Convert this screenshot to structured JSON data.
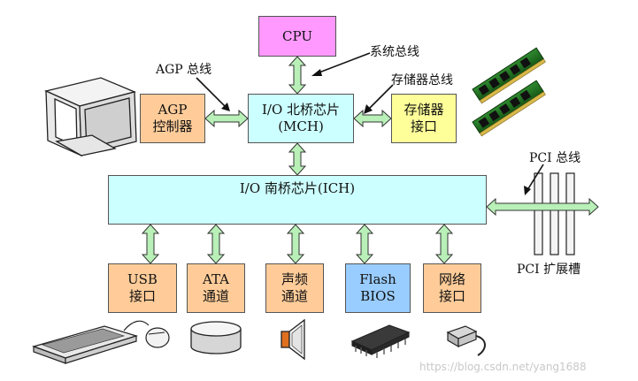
{
  "colors": {
    "cpu": "#ff99ff",
    "bridge": "#ccffff",
    "peripheral": "#ffcc99",
    "memory_controller": "#ffff99",
    "flash_bios": "#99ccff",
    "arrow_fill": "#b8f0b8",
    "arrow_stroke": "#333333",
    "slot_fill": "#f4f4f4"
  },
  "cpu": {
    "label": "CPU"
  },
  "north_bridge": {
    "line1": "I/O 北桥芯片",
    "line2": "(MCH)"
  },
  "south_bridge": {
    "label": "I/O 南桥芯片(ICH)"
  },
  "agp_controller": {
    "line1": "AGP",
    "line2": "控制器"
  },
  "memory_interface": {
    "line1": "存储器",
    "line2": "接口"
  },
  "bus_labels": {
    "system_bus": "系统总线",
    "agp_bus": "AGP 总线",
    "memory_bus": "存储器总线",
    "pci_bus": "PCI 总线",
    "pci_slots": "PCI 扩展槽"
  },
  "devices": [
    {
      "line1": "USB",
      "line2": "接口",
      "icon": "keyboard-mouse-icon"
    },
    {
      "line1": "ATA",
      "line2": "通道",
      "icon": "hard-disk-icon"
    },
    {
      "line1": "声频",
      "line2": "通道",
      "icon": "speaker-icon"
    },
    {
      "line1": "Flash",
      "line2": "BIOS",
      "icon": "chip-icon"
    },
    {
      "line1": "网络",
      "line2": "接口",
      "icon": "network-plug-icon"
    }
  ],
  "watermark": "https://blog.csdn.net/yang1688"
}
